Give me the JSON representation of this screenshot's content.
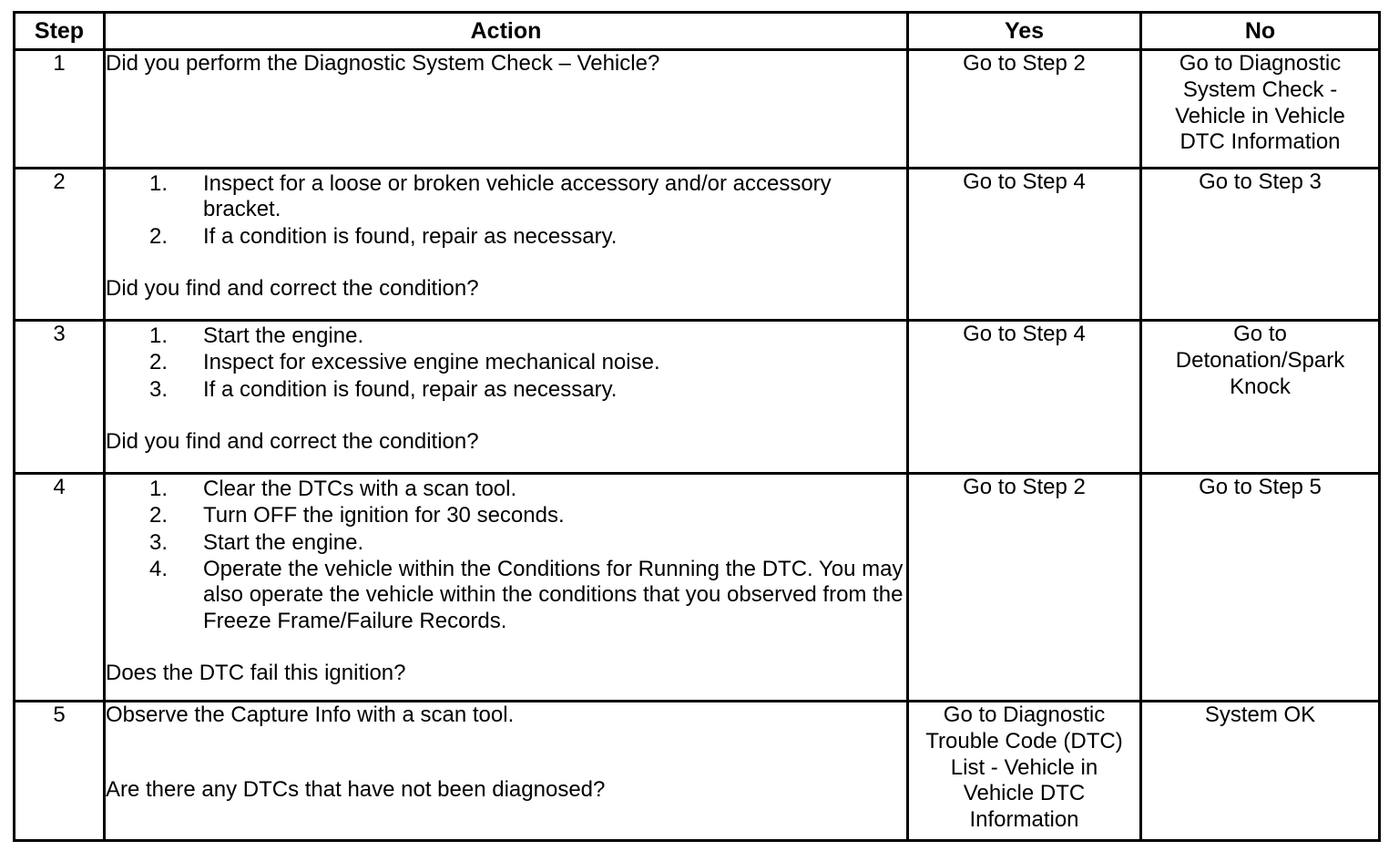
{
  "document": {
    "type": "diagnostic-procedure-table",
    "background_color": "#ffffff",
    "text_color": "#000000",
    "border_color": "#000000"
  },
  "table": {
    "headers": {
      "step": "Step",
      "action": "Action",
      "yes": "Yes",
      "no": "No"
    },
    "rows": [
      {
        "step": "1",
        "action": {
          "lead": "Did you perform the Diagnostic System Check – Vehicle?",
          "list": [],
          "tail": ""
        },
        "yes": [
          "Go to Step 2"
        ],
        "yes_align": "bottom",
        "no": [
          "Go to Diagnostic",
          "System Check -",
          "Vehicle in Vehicle",
          "DTC Information"
        ],
        "no_align": "top"
      },
      {
        "step": "2",
        "action": {
          "lead": "",
          "list": [
            {
              "num": "1.",
              "text": "Inspect for a loose or broken vehicle accessory and/or accessory bracket."
            },
            {
              "num": "2.",
              "text": "If a condition is found, repair as necessary."
            }
          ],
          "tail": "Did you find and correct the condition?"
        },
        "yes": [
          "Go to Step 4"
        ],
        "yes_align": "bottom",
        "no": [
          "Go to Step 3"
        ],
        "no_align": "bottom"
      },
      {
        "step": "3",
        "action": {
          "lead": "",
          "list": [
            {
              "num": "1.",
              "text": "Start the engine."
            },
            {
              "num": "2.",
              "text": "Inspect for excessive engine mechanical noise."
            },
            {
              "num": "3.",
              "text": "If a condition is found, repair as necessary."
            }
          ],
          "tail": "Did you find and correct the condition?"
        },
        "yes": [
          "Go to Step 4"
        ],
        "yes_align": "bottom",
        "no": [
          "Go to",
          "Detonation/Spark",
          "Knock"
        ],
        "no_align": "middle"
      },
      {
        "step": "4",
        "action": {
          "lead": "",
          "list": [
            {
              "num": "1.",
              "text": "Clear the DTCs with a scan tool."
            },
            {
              "num": "2.",
              "text": "Turn OFF the ignition for 30 seconds."
            },
            {
              "num": "3.",
              "text": "Start the engine."
            },
            {
              "num": "4.",
              "text": "Operate the vehicle within the Conditions for Running the DTC. You may also operate the vehicle within the conditions that you observed from the Freeze Frame/Failure Records."
            }
          ],
          "tail": "Does the DTC fail this ignition?"
        },
        "yes": [
          "Go to Step 2"
        ],
        "yes_align": "bottom",
        "no": [
          "Go to Step 5"
        ],
        "no_align": "bottom"
      },
      {
        "step": "5",
        "action": {
          "lead": "Observe the Capture Info with a scan tool.",
          "list": [],
          "tail": "Are there any DTCs that have not been diagnosed?"
        },
        "yes": [
          "Go to Diagnostic",
          "Trouble Code (DTC)",
          "List - Vehicle in",
          "Vehicle DTC",
          "Information"
        ],
        "yes_align": "top",
        "no": [
          "System OK"
        ],
        "no_align": "bottom"
      }
    ]
  }
}
